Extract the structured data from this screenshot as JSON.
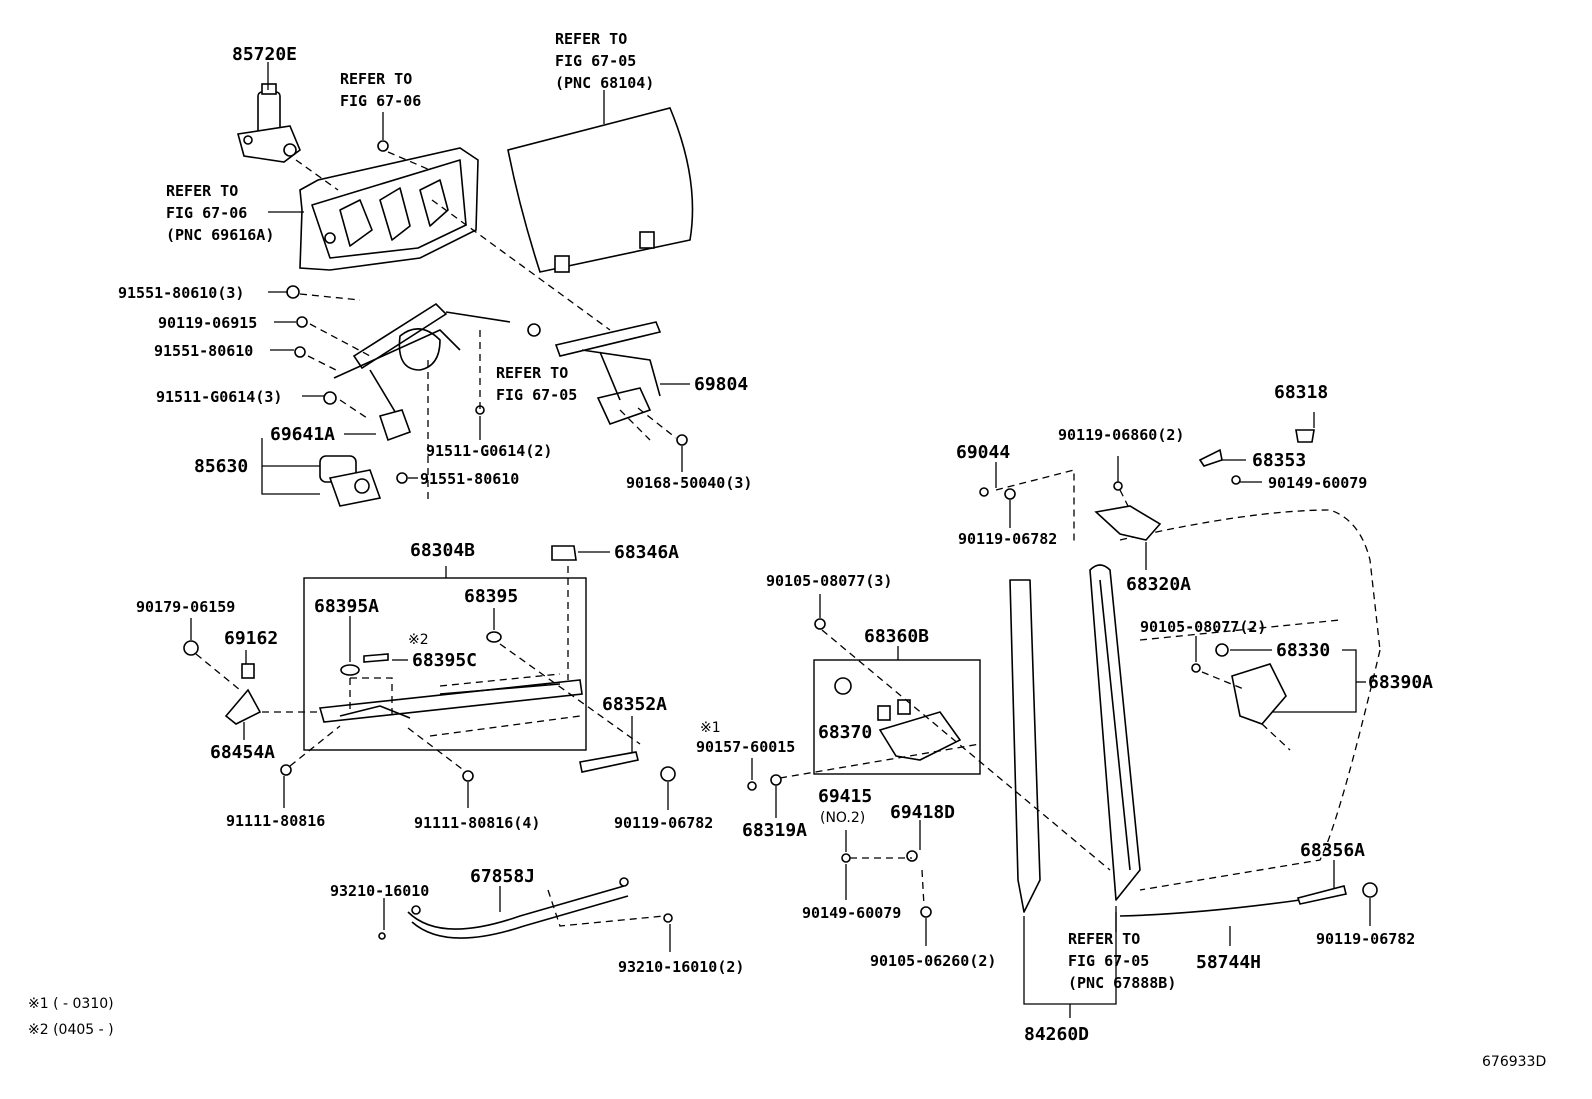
{
  "labels": {
    "l_85720E": "85720E",
    "l_refer_6706_a_1": "REFER TO",
    "l_refer_6706_a_2": "FIG 67-06",
    "l_refer_6705_a_1": "REFER TO",
    "l_refer_6705_a_2": "FIG 67-05",
    "l_refer_6705_a_3": "(PNC 68104)",
    "l_refer_6706_b_1": "REFER TO",
    "l_refer_6706_b_2": "FIG 67-06",
    "l_refer_6706_b_3": "(PNC 69616A)",
    "l_91551_80610_3": "91551-80610(3)",
    "l_90119_06915": "90119-06915",
    "l_91551_80610_a": "91551-80610",
    "l_91511_G0614_3": "91511-G0614(3)",
    "l_69641A": "69641A",
    "l_85630": "85630",
    "l_refer_6705_b_1": "REFER TO",
    "l_refer_6705_b_2": "FIG 67-05",
    "l_69804": "69804",
    "l_91511_G0614_2": "91511-G0614(2)",
    "l_91551_80610_b": "91551-80610",
    "l_90168_50040_3": "90168-50040(3)",
    "l_68318": "68318",
    "l_69044": "69044",
    "l_90119_06860_2": "90119-06860(2)",
    "l_68353": "68353",
    "l_90149_60079_a": "90149-60079",
    "l_90119_06782_a": "90119-06782",
    "l_68320A": "68320A",
    "l_68304B": "68304B",
    "l_68346A": "68346A",
    "l_90179_06159": "90179-06159",
    "l_69162": "69162",
    "l_68395A": "68395A",
    "l_68395": "68395",
    "l_note2_mark": "※2",
    "l_68395C": "68395C",
    "l_68454A": "68454A",
    "l_68352A": "68352A",
    "l_91111_80816": "91111-80816",
    "l_91111_80816_4": "91111-80816(4)",
    "l_90119_06782_b": "90119-06782",
    "l_90105_08077_3": "90105-08077(3)",
    "l_68360B": "68360B",
    "l_68370": "68370",
    "l_note1_mark": "※1",
    "l_90157_60015": "90157-60015",
    "l_69415": "69415",
    "l_no2": "(NO.2)",
    "l_68319A": "68319A",
    "l_69418D": "69418D",
    "l_90149_60079_b": "90149-60079",
    "l_90105_06260_2": "90105-06260(2)",
    "l_90105_08077_2": "90105-08077(2)",
    "l_68330": "68330",
    "l_68390A": "68390A",
    "l_68356A": "68356A",
    "l_90119_06782_c": "90119-06782",
    "l_refer_6705_c_1": "REFER TO",
    "l_refer_6705_c_2": "FIG 67-05",
    "l_refer_6705_c_3": "(PNC 67888B)",
    "l_58744H": "58744H",
    "l_84260D": "84260D",
    "l_93210_16010": "93210-16010",
    "l_67858J": "67858J",
    "l_93210_16010_2": "93210-16010(2)",
    "l_footnote1": "※1 (        - 0310)",
    "l_footnote2": "※2 (0405 -        )",
    "l_figure_id": "676933D"
  }
}
